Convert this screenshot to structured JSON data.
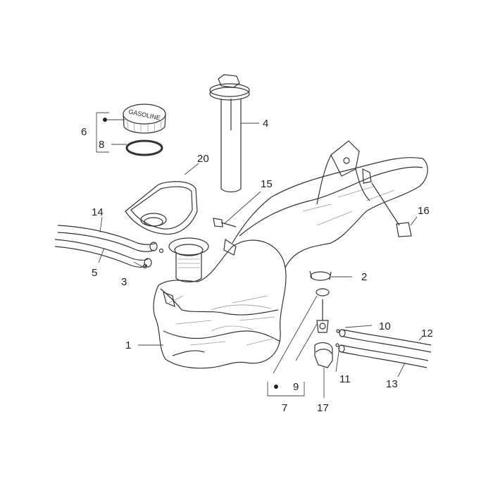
{
  "callouts": {
    "c1": "1",
    "c2": "2",
    "c3": "3",
    "c4": "4",
    "c5": "5",
    "c6": "6",
    "c7": "7",
    "c8": "8",
    "c9": "9",
    "c10": "10",
    "c11": "11",
    "c12": "12",
    "c13": "13",
    "c14": "14",
    "c15": "15",
    "c16": "16",
    "c17": "17",
    "c20": "20"
  },
  "cap_text": "GASOLINE",
  "colors": {
    "line": "#333333",
    "hatch": "#9a9a9a",
    "background": "#ffffff"
  }
}
